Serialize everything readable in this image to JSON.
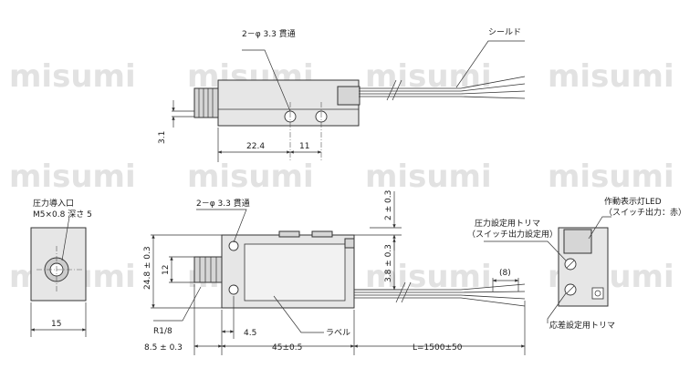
{
  "watermark": "misumi",
  "top_view": {
    "hole_label": "2－φ 3.3 貫通",
    "shield_label": "シールド",
    "dim_height": "3.1",
    "dim_hole_pos": "22.4",
    "dim_hole_pitch": "11"
  },
  "side_view": {
    "port_label": "圧力導入口",
    "port_spec": "M5×0.8 深さ 5",
    "dim_width": "15"
  },
  "front_view": {
    "hole_label": "2－φ 3.3 貫通",
    "dim_top": "2 ± 0.3",
    "dim_height": "24.8 ± 0.3",
    "dim_port_center": "12",
    "dim_led_offset": "3.8 ± 0.3",
    "dim_cable_strip": "(8)",
    "thread_label": "R1/8",
    "dim_hole_x": "4.5",
    "label_text": "ラベル",
    "dim_port_len": "8.5 ± 0.3",
    "dim_body_len": "45±0.5",
    "dim_cable_len": "L=1500±50"
  },
  "right_view": {
    "led_label": "作動表示灯LED",
    "led_note": "（スイッチ出力：赤）",
    "pressure_trimmer": "圧力設定用トリマ",
    "pressure_trimmer_note": "（スイッチ出力設定用）",
    "diff_trimmer": "応差設定用トリマ"
  }
}
